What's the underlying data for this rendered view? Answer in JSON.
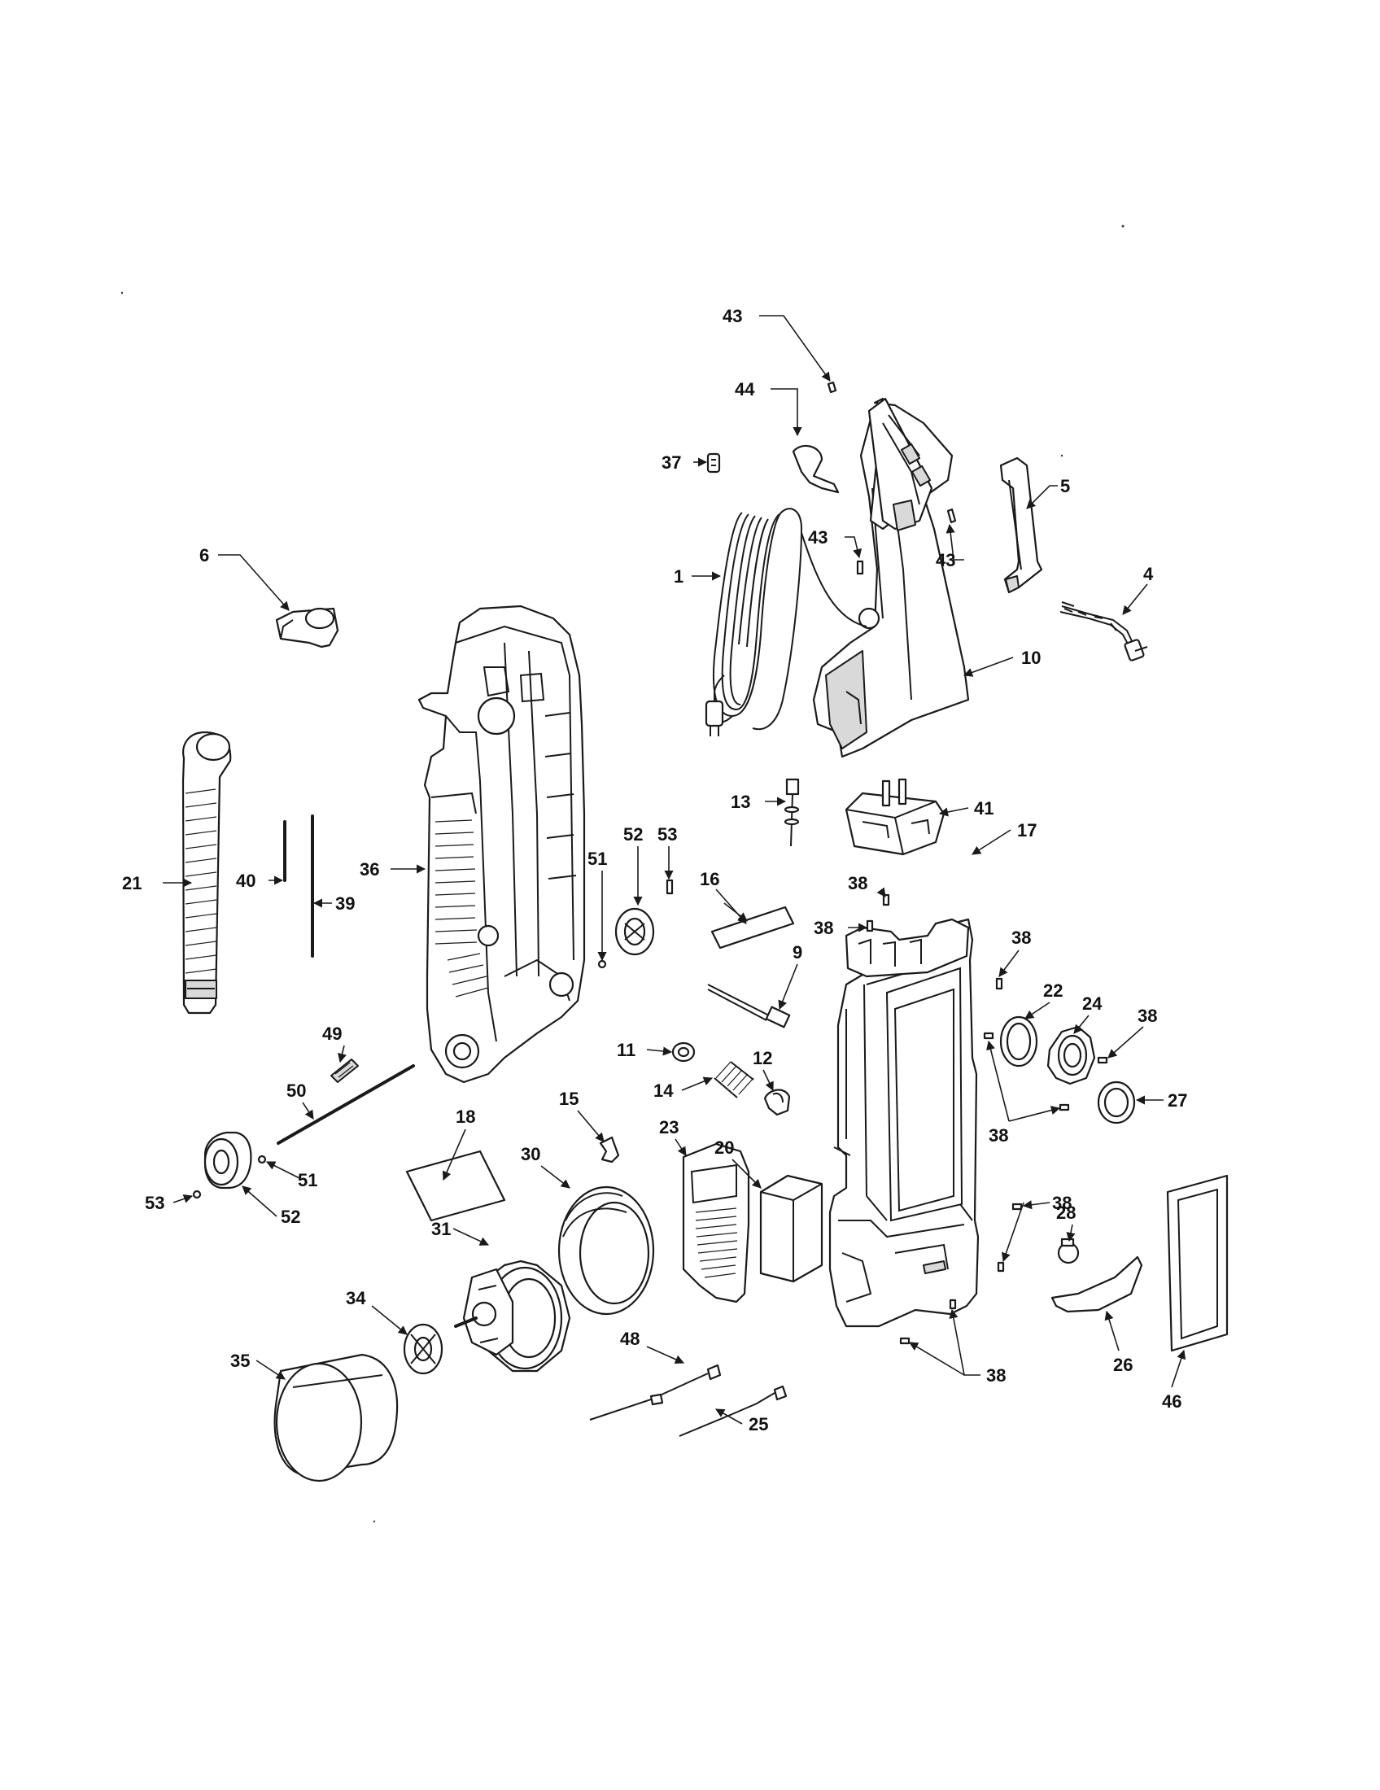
{
  "callouts": {
    "c1": "1",
    "c4": "4",
    "c5": "5",
    "c6": "6",
    "c9": "9",
    "c10": "10",
    "c11": "11",
    "c12": "12",
    "c13": "13",
    "c14": "14",
    "c15": "15",
    "c16": "16",
    "c17": "17",
    "c18": "18",
    "c20": "20",
    "c21": "21",
    "c22": "22",
    "c23": "23",
    "c24": "24",
    "c25": "25",
    "c26": "26",
    "c27": "27",
    "c28": "28",
    "c30": "30",
    "c31": "31",
    "c34": "34",
    "c35": "35",
    "c36": "36",
    "c37": "37",
    "c38a": "38",
    "c38b": "38",
    "c38c": "38",
    "c38d": "38",
    "c38e": "38",
    "c38f": "38",
    "c38g": "38",
    "c39": "39",
    "c40": "40",
    "c41": "41",
    "c43a": "43",
    "c43b": "43",
    "c43c": "43",
    "c44": "44",
    "c46": "46",
    "c48": "48",
    "c49": "49",
    "c50": "50",
    "c51a": "51",
    "c51b": "51",
    "c52a": "52",
    "c52b": "52",
    "c53a": "53",
    "c53b": "53"
  }
}
